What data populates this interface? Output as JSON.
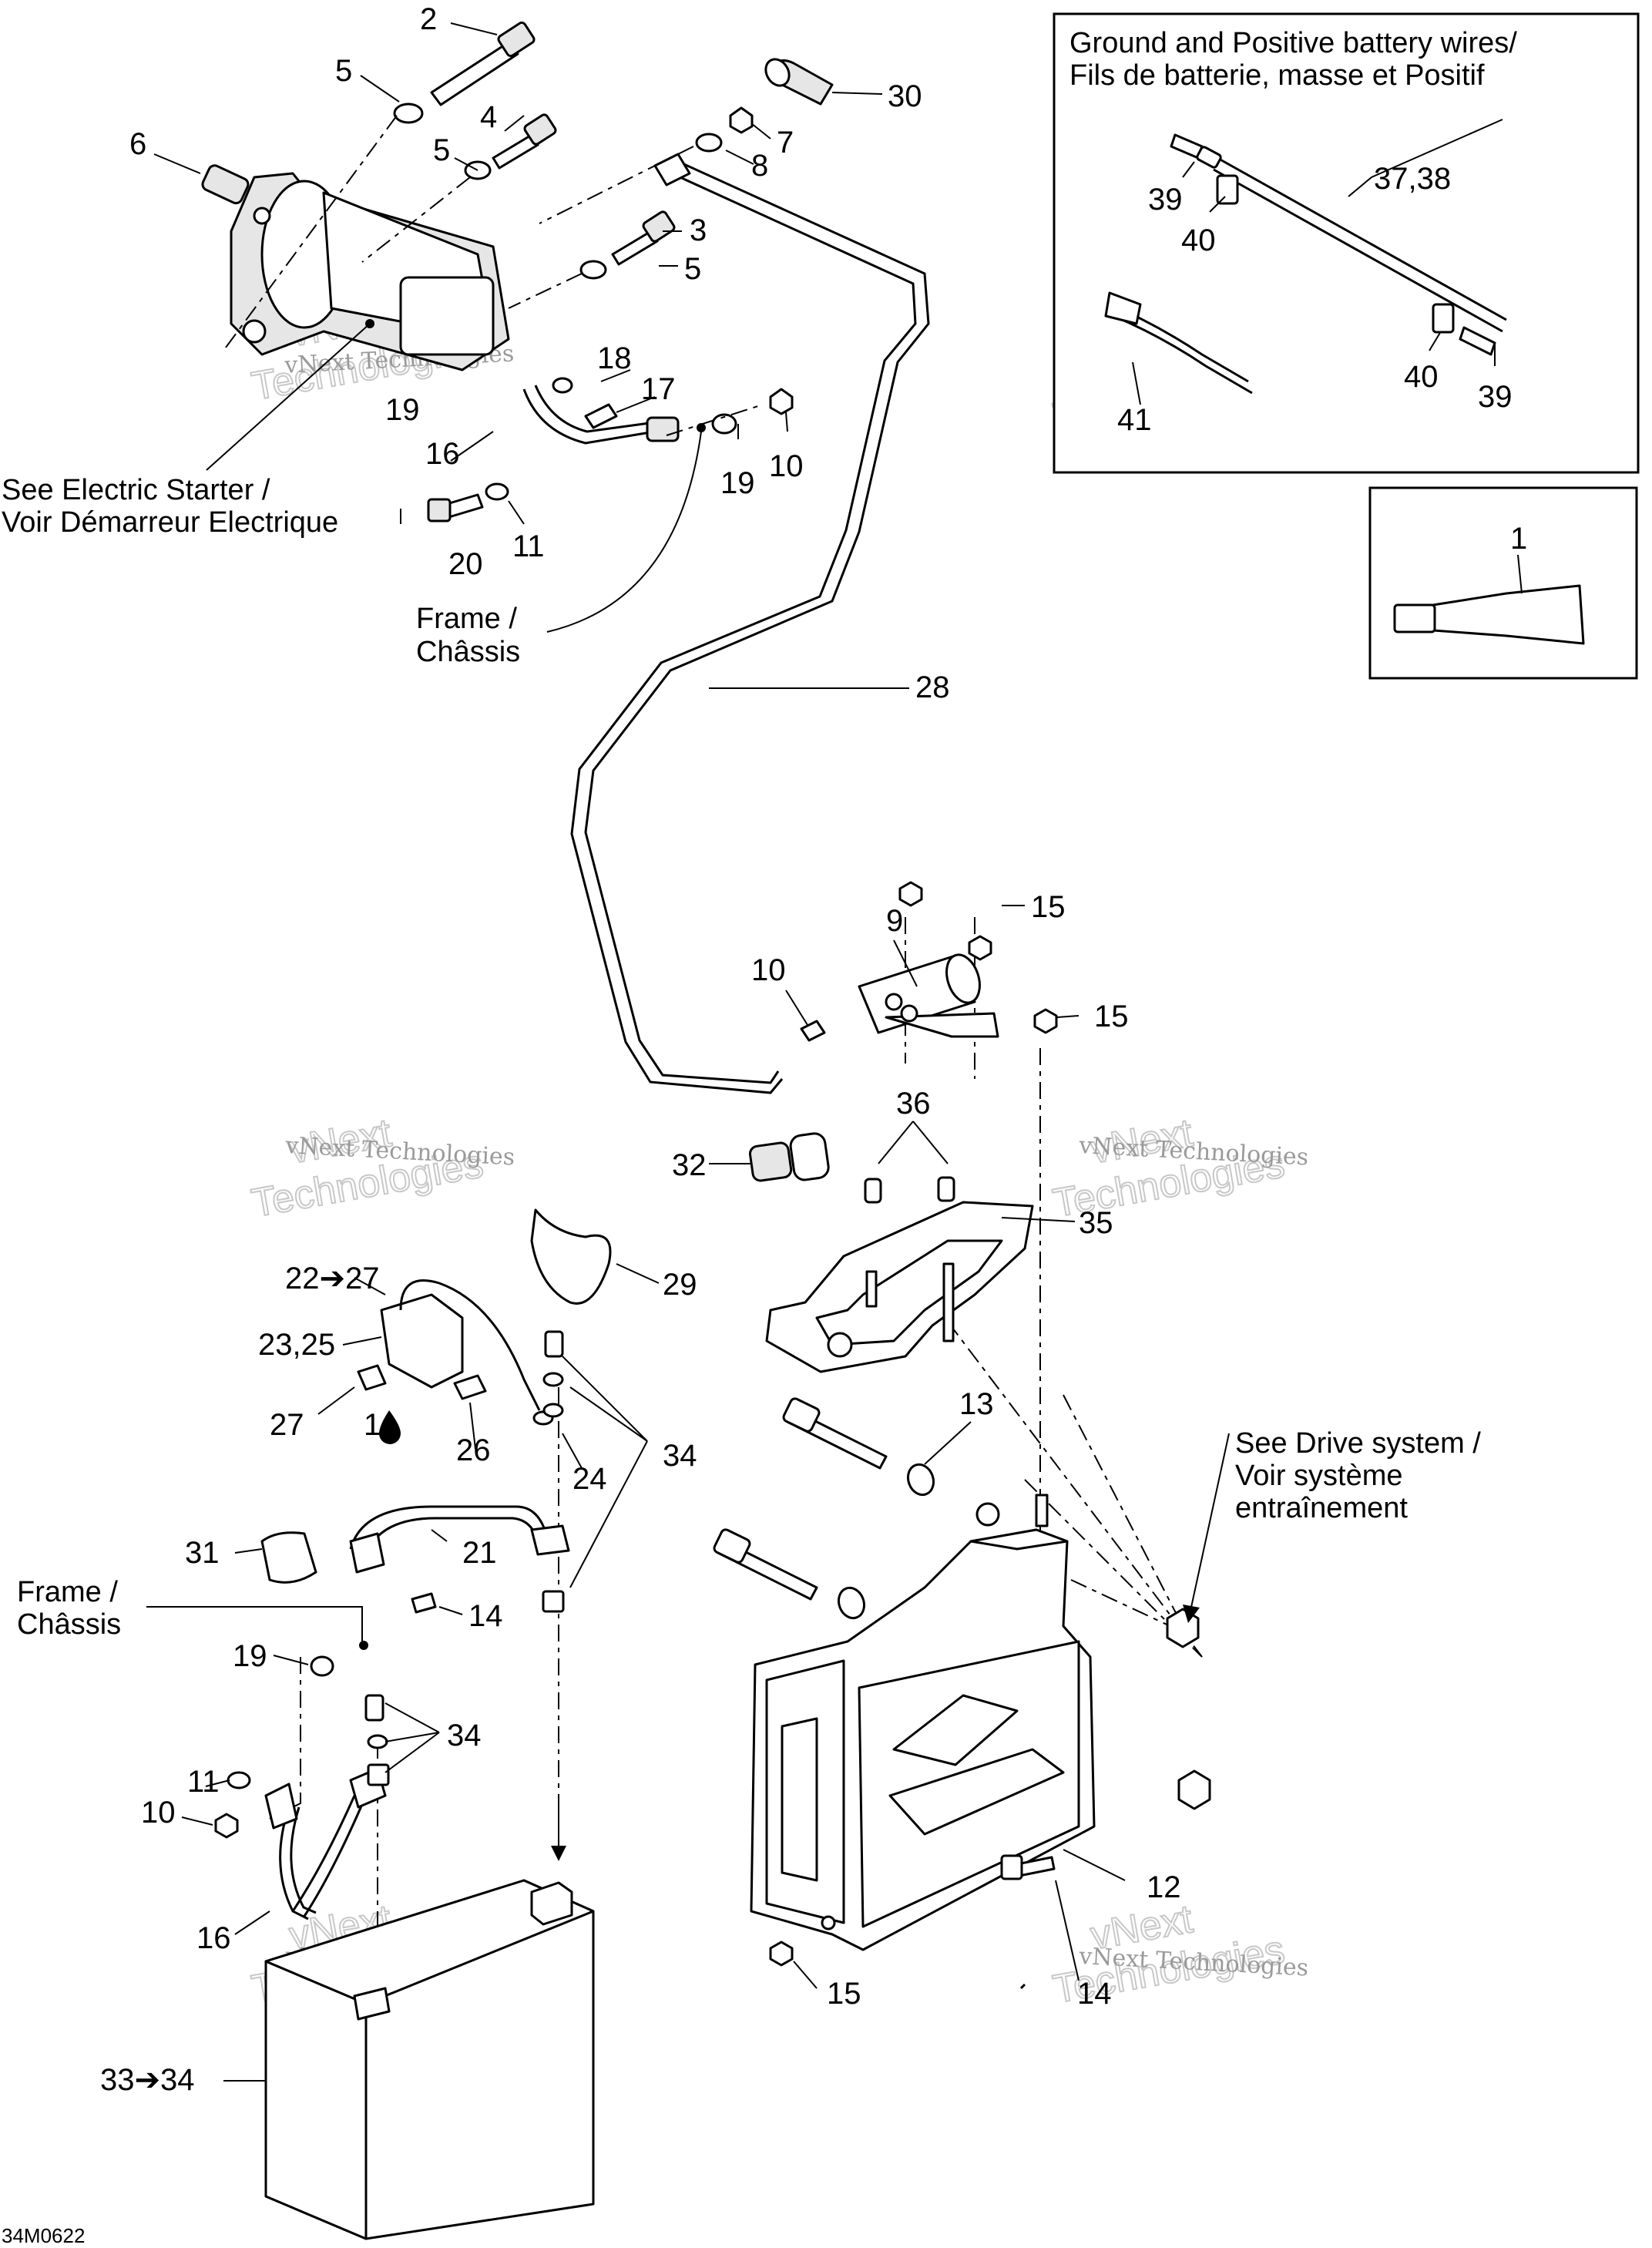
{
  "callouts": {
    "c2": "2",
    "c5a": "5",
    "c4": "4",
    "c5b": "5",
    "c6": "6",
    "c3": "3",
    "c5c": "5",
    "c30": "30",
    "c7": "7",
    "c8": "8",
    "c18": "18",
    "c17": "17",
    "c19a": "19",
    "c16a": "16",
    "c19b": "19",
    "c10a": "10",
    "c20": "20",
    "c11a": "11",
    "c28": "28",
    "c15a": "15",
    "c9": "9",
    "c10b": "10",
    "c15b": "15",
    "c36": "36",
    "c32": "32",
    "c35": "35",
    "c22_27": "22➔27",
    "c29": "29",
    "c23_25": "23,25",
    "c27": "27",
    "c1drop": "1",
    "c26": "26",
    "c24": "24",
    "c34a": "34",
    "c13": "13",
    "c31": "31",
    "c21": "21",
    "c14a": "14",
    "c19c": "19",
    "c34b": "34",
    "c11b": "11",
    "c10c": "10",
    "c16b": "16",
    "c12": "12",
    "c14b": "14",
    "c15c": "15",
    "c33_34": "33➔34",
    "c37_38": "37,38",
    "c39a": "39",
    "c40a": "40",
    "c40b": "40",
    "c39b": "39",
    "c41": "41",
    "c1": "1"
  },
  "notes": {
    "starter_en": "See Electric Starter /",
    "starter_fr": "Voir Démarreur Electrique",
    "frame1_en": "Frame /",
    "frame1_fr": "Châssis",
    "frame2_en": "Frame /",
    "frame2_fr": "Châssis",
    "drive_1": "See Drive system /",
    "drive_2": "Voir système",
    "drive_3": "entraînement"
  },
  "inset": {
    "title_1": "Ground and Positive battery wires/",
    "title_2": "Fils de batterie, masse et Positif"
  },
  "watermark": {
    "small": "vNext Technologies",
    "big_1": "vNext",
    "big_2": "Technologies"
  },
  "figure_code": "34M0622"
}
